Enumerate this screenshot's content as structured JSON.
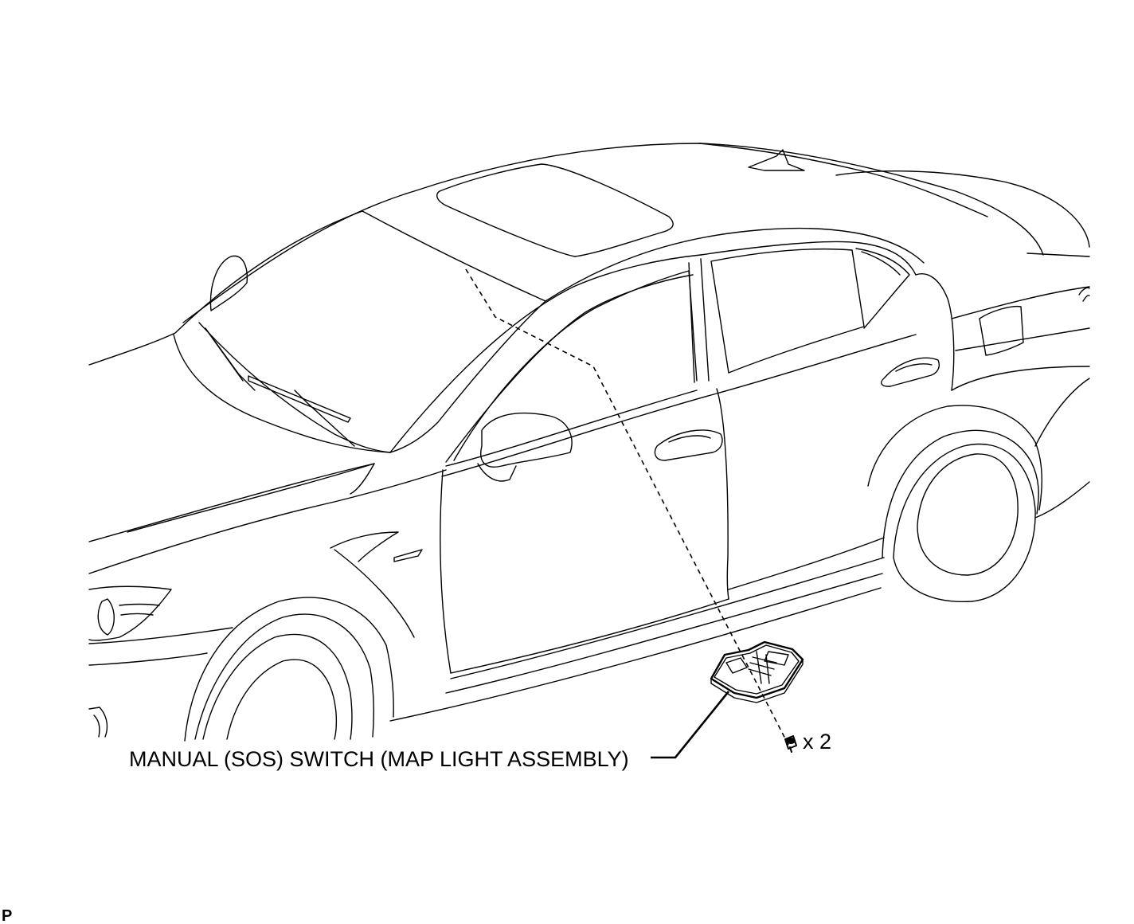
{
  "callouts": {
    "part_label": "MANUAL (SOS) SWITCH (MAP LIGHT ASSEMBLY)",
    "screw_count": "x 2"
  },
  "figure_code": "P"
}
